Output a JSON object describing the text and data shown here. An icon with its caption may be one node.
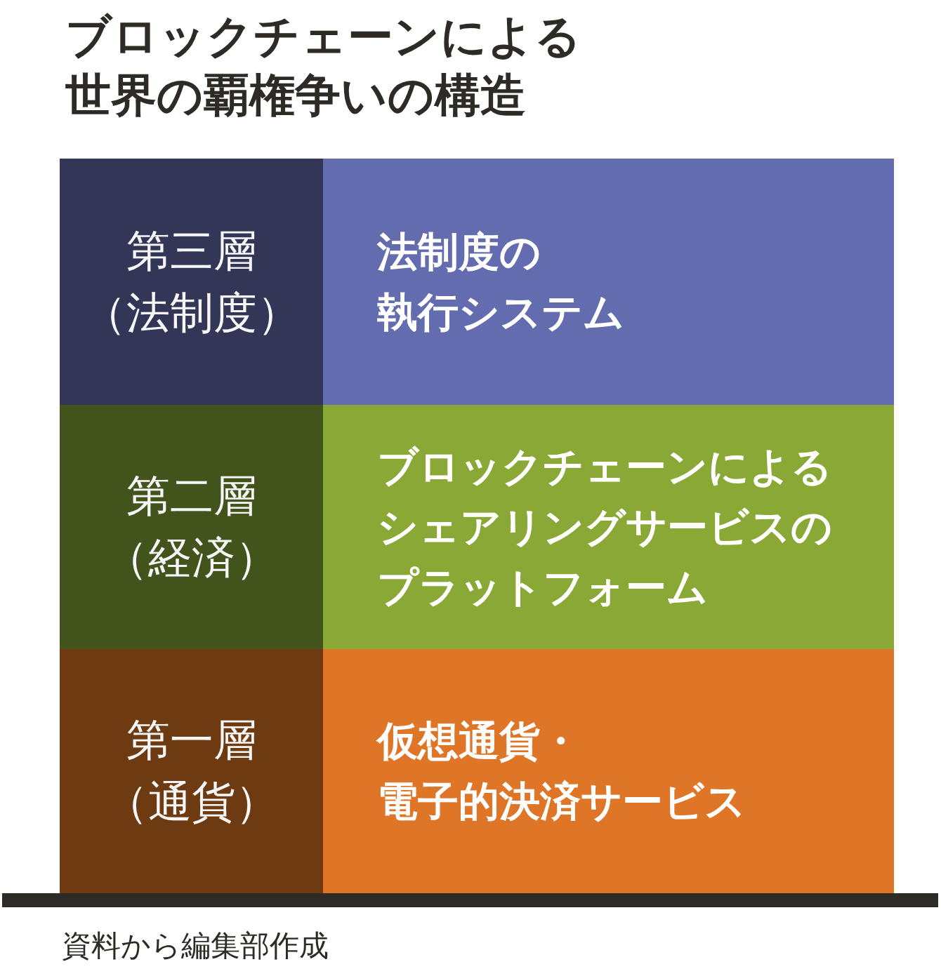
{
  "diagram": {
    "title": "ブロックチェーンによる世界の覇権争いの構造",
    "caption": "資料から編集部作成",
    "nodes": [
      {
        "text": [
          "第三層（法制度）"
        ]
      },
      {
        "text": [
          "法制度の執行システム"
        ]
      },
      {
        "text": [
          "第二層（経済）"
        ]
      },
      {
        "text": [
          "ブロックチェーンによるシェアリングサービスのプラットフォーム"
        ]
      },
      {
        "text": [
          "第一層（通貨）"
        ]
      },
      {
        "text": [
          "仮想通貨・電子的決済サービス"
        ]
      }
    ]
  }
}
